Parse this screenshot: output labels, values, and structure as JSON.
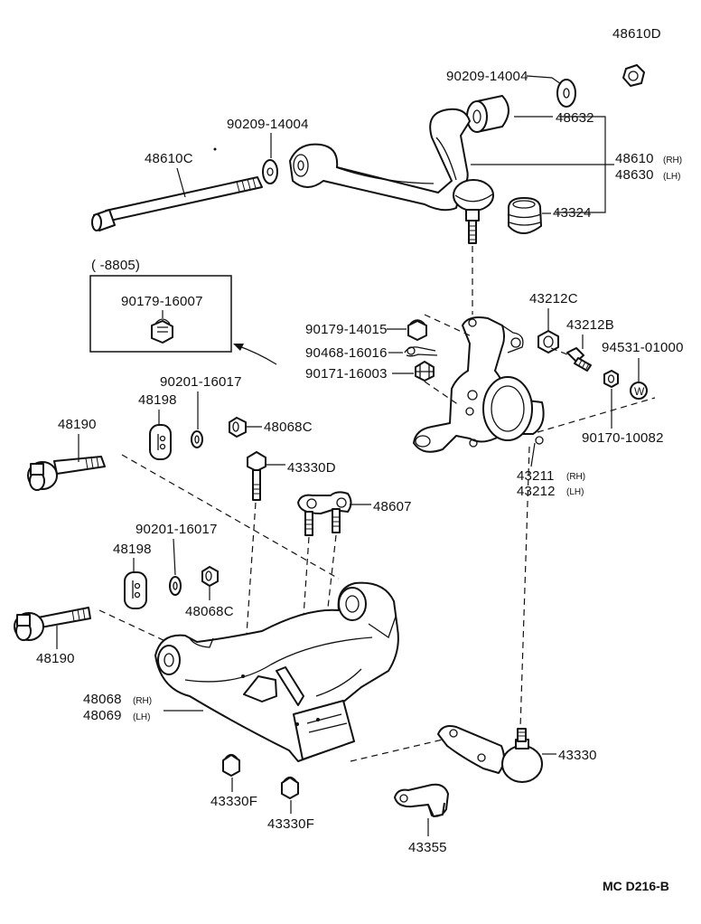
{
  "labels": {
    "p48610D": "48610D",
    "p90209_14004_top": "90209-14004",
    "p48632": "48632",
    "p90209_14004_left": "90209-14004",
    "p48610C": "48610C",
    "p48610": "48610",
    "p48630": "48630",
    "p43324": "43324",
    "p8805": "(      -8805)",
    "p90179_16007": "90179-16007",
    "p43212C": "43212C",
    "p43212B": "43212B",
    "p94531_01000": "94531-01000",
    "p90179_14015": "90179-14015",
    "p90468_16016": "90468-16016",
    "p90171_16003": "90171-16003",
    "p90170_10082": "90170-10082",
    "p43211": "43211",
    "p43212": "43212",
    "p90201_16017_top": "90201-16017",
    "p48198_top": "48198",
    "p48190_top": "48190",
    "p48068C_top": "48068C",
    "p43330D": "43330D",
    "p48607": "48607",
    "p90201_16017_bot": "90201-16017",
    "p48198_bot": "48198",
    "p48068C_bot": "48068C",
    "p48190_bot": "48190",
    "p48068": "48068",
    "p48069": "48069",
    "p43330": "43330",
    "p43330F_left": "43330F",
    "p43330F_right": "43330F",
    "p43355": "43355",
    "washer_mark": "W",
    "rh": "(RH)",
    "lh": "(LH)",
    "diagram_code": "MC  D216-B"
  }
}
